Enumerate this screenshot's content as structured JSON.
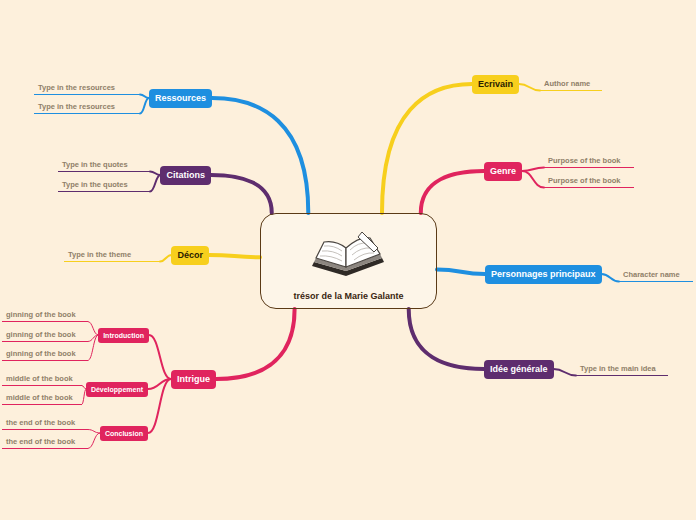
{
  "diagram": {
    "nodes": [
      {
        "text": [
          "trésor de la Marie Galante"
        ]
      },
      {
        "text": [
          "Ecrivain"
        ]
      },
      {
        "text": [
          "Author name"
        ]
      },
      {
        "text": [
          "Genre"
        ]
      },
      {
        "text": [
          "Purpose of the book"
        ]
      },
      {
        "text": [
          "Purpose of the book"
        ]
      },
      {
        "text": [
          "Personnages principaux"
        ]
      },
      {
        "text": [
          "Character name"
        ]
      },
      {
        "text": [
          "Idée générale"
        ]
      },
      {
        "text": [
          "Type in the main idea"
        ]
      },
      {
        "text": [
          "Intrigue"
        ]
      },
      {
        "text": [
          "Introduction"
        ]
      },
      {
        "text": [
          "ginning of the book"
        ]
      },
      {
        "text": [
          "ginning of the book"
        ]
      },
      {
        "text": [
          "ginning of the book"
        ]
      },
      {
        "text": [
          "Développement"
        ]
      },
      {
        "text": [
          "middle of the book"
        ]
      },
      {
        "text": [
          "middle of the book"
        ]
      },
      {
        "text": [
          "Conclusion"
        ]
      },
      {
        "text": [
          "the end of the book"
        ]
      },
      {
        "text": [
          "the end of the book"
        ]
      },
      {
        "text": [
          "Décor"
        ]
      },
      {
        "text": [
          "Type in the theme"
        ]
      },
      {
        "text": [
          "Citations"
        ]
      },
      {
        "text": [
          "Type in the quotes"
        ]
      },
      {
        "text": [
          "Type in the quotes"
        ]
      },
      {
        "text": [
          "Ressources"
        ]
      },
      {
        "text": [
          "Type in the resources"
        ]
      },
      {
        "text": [
          "Type in the resources"
        ]
      }
    ],
    "edges": [
      {
        "from": 0,
        "to": 1,
        "arrow": "none"
      },
      {
        "from": 1,
        "to": 2,
        "arrow": "none"
      },
      {
        "from": 0,
        "to": 3,
        "arrow": "none"
      },
      {
        "from": 3,
        "to": 4,
        "arrow": "none"
      },
      {
        "from": 3,
        "to": 5,
        "arrow": "none"
      },
      {
        "from": 0,
        "to": 6,
        "arrow": "none"
      },
      {
        "from": 6,
        "to": 7,
        "arrow": "none"
      },
      {
        "from": 0,
        "to": 8,
        "arrow": "none"
      },
      {
        "from": 8,
        "to": 9,
        "arrow": "none"
      },
      {
        "from": 0,
        "to": 10,
        "arrow": "none"
      },
      {
        "from": 10,
        "to": 11,
        "arrow": "none"
      },
      {
        "from": 11,
        "to": 12,
        "arrow": "none"
      },
      {
        "from": 11,
        "to": 13,
        "arrow": "none"
      },
      {
        "from": 11,
        "to": 14,
        "arrow": "none"
      },
      {
        "from": 10,
        "to": 15,
        "arrow": "none"
      },
      {
        "from": 15,
        "to": 16,
        "arrow": "none"
      },
      {
        "from": 15,
        "to": 17,
        "arrow": "none"
      },
      {
        "from": 10,
        "to": 18,
        "arrow": "none"
      },
      {
        "from": 18,
        "to": 19,
        "arrow": "none"
      },
      {
        "from": 18,
        "to": 20,
        "arrow": "none"
      },
      {
        "from": 0,
        "to": 21,
        "arrow": "none"
      },
      {
        "from": 21,
        "to": 22,
        "arrow": "none"
      },
      {
        "from": 0,
        "to": 23,
        "arrow": "none"
      },
      {
        "from": 23,
        "to": 24,
        "arrow": "none"
      },
      {
        "from": 23,
        "to": 25,
        "arrow": "none"
      },
      {
        "from": 0,
        "to": 26,
        "arrow": "none"
      },
      {
        "from": 26,
        "to": 27,
        "arrow": "none"
      },
      {
        "from": 26,
        "to": 28,
        "arrow": "none"
      }
    ]
  }
}
